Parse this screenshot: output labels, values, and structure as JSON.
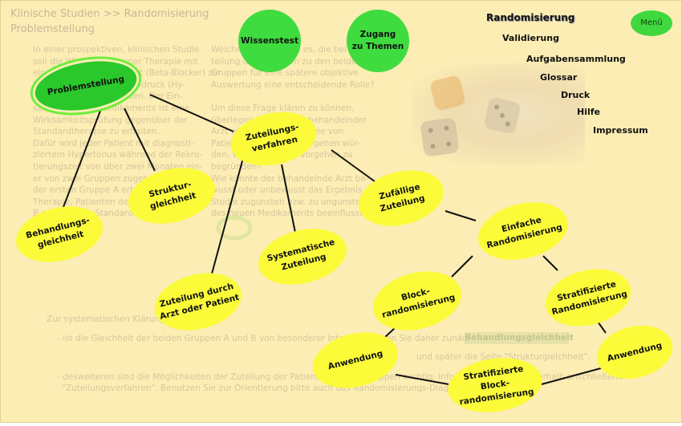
{
  "header": {
    "breadcrumb": "Klinische Studien >> Randomisierung",
    "page_subtitle": "Problemstellung"
  },
  "background_text": {
    "col1": [
      "In einer prospektiven, klinischen Studie",
      "soll die Wirksamkeit einer Therapie mit",
      "einem neuen Medikament (Beta-Blocker) zur",
      "Behandlung von Bluthochdruck (Hy-",
      "pertonie) getestet werden. Der Ein-",
      "satz des neuen Medikaments ist eine",
      "Wirksamkeitsprüfung gegenüber der",
      "Standardtherapie zu erhalten.",
      "Dafür wird jeder Patient mit diagnosti-",
      "ziertem Hypertonus während der Rekru-",
      "tierungszeit von über zwei Monaten ein-",
      "er von zwei Gruppen zugeteilt. Patienten",
      "der ersten Gruppe A erhalten die Standard-",
      "Therapie, Patienten der zweiten Gruppe",
      "B erhalten die Standardtherapie."
    ],
    "col2": [
      "Welche Kriterien sind es, die bei der Zu-",
      "teilung der Patienten zu den beiden",
      "Gruppen für eine spätere objektive",
      "Auswertung eine entscheidende Rolle?",
      "",
      "Um diese Frage klären zu können,",
      "überlegen Sie sich der behandelnder",
      "Arzt wie sich die Teilnahme von",
      "Patienten in die Gruppe gehen wür-",
      "den. Wie würden Sie vorgehen zu",
      "begründen?",
      "Wie könnte der behandelnde Arzt be-",
      "wusst oder unbewusst das Ergebnis der",
      "Studie zugunsten bzw. zu ungunsten",
      "des neuen Medikaments beeinflussen?"
    ],
    "bottom_line1": "Zur systematischen Klärung dieser Frage",
    "bottom_line2": "- ist die Gleichheit der beiden Gruppen A und B von besonderer Interesse. Lesen Sie daher zunächst",
    "bottom_line3": "und später die Seite \"Strukturgleichheit\".",
    "bottom_line4": "- desweiteren sind die Möglichkeiten der Zuteilung der Patienten zu den Gruppen wichtig. Informieren Sie sich innerhalb anschließend",
    "bottom_line5": "\"Zuteilungsverfahren\". Benutzen Sie zur Orientierung bitte auch das Randomisierungs-Diagramm.",
    "highlight": "Behandlungsgleichheit"
  },
  "nav": {
    "title": "Randomisierung",
    "items": [
      "Validierung",
      "Aufgabensammlung",
      "Glossar",
      "Druck",
      "Hilfe",
      "Impressum"
    ],
    "menu_button": "Menü"
  },
  "top_buttons": {
    "wissenstest": "Wissenstest",
    "zugang_line1": "Zugang",
    "zugang_line2": "zu Themen"
  },
  "nodes": {
    "problemstellung": [
      "Problemstellung"
    ],
    "zuteilungsverfahren": [
      "Zuteilungs-",
      "verfahren"
    ],
    "strukturgleichheit": [
      "Struktur-",
      "gleichheit"
    ],
    "behandlungsgleichheit": [
      "Behandlungs-",
      "gleichheit"
    ],
    "zufaellige_zuteilung": [
      "Zufällige",
      "Zuteilung"
    ],
    "systematische_zuteilung": [
      "Systematische",
      "Zuteilung"
    ],
    "zuteilung_arzt_patient": [
      "Zuteilung durch",
      "Arzt oder Patient"
    ],
    "einfache_randomisierung": [
      "Einfache",
      "Randomisierung"
    ],
    "block_randomisierung": [
      "Block-",
      "randomisierung"
    ],
    "stratifizierte_randomisierung": [
      "Stratifizierte",
      "Randomisierung"
    ],
    "anwendung_left": [
      "Anwendung"
    ],
    "anwendung_right": [
      "Anwendung"
    ],
    "stratifizierte_block": [
      "Stratifizierte",
      "Block-",
      "randomisierung"
    ]
  },
  "colors": {
    "background": "#fbedb4",
    "node_yellow": "#fbfb3a",
    "node_green": "#3fdc3f",
    "connector": "#111111"
  }
}
